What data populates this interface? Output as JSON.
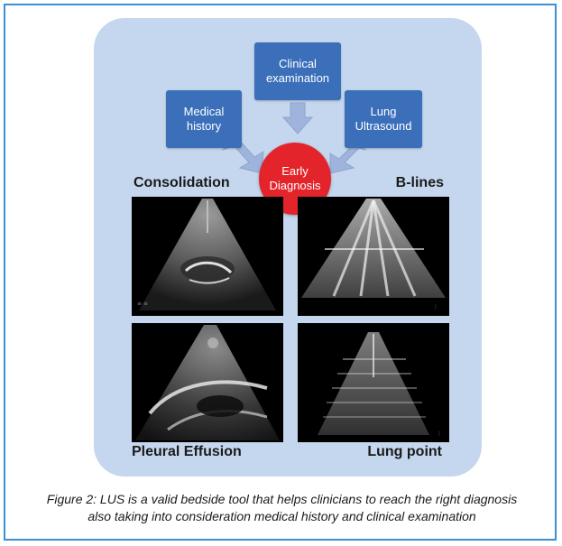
{
  "diagram": {
    "inputs": {
      "medical_history": "Medical\nhistory",
      "clinical_examination": "Clinical\nexamination",
      "lung_ultrasound": "Lung\nUltrasound"
    },
    "center": "Early\nDiagnosis",
    "images": {
      "consolidation": "Consolidation",
      "b_lines": "B-lines",
      "pleural_effusion": "Pleural Effusion",
      "lung_point": "Lung point"
    }
  },
  "caption": {
    "line1": "Figure 2: LUS is a valid bedside tool that helps clinicians to reach the right diagnosis",
    "line2": "also taking into consideration medical history and clinical examination"
  },
  "colors": {
    "frame": "#3d8fd4",
    "panel": "#c5d7ee",
    "box": "#3b6fba",
    "circle": "#e3242b"
  }
}
